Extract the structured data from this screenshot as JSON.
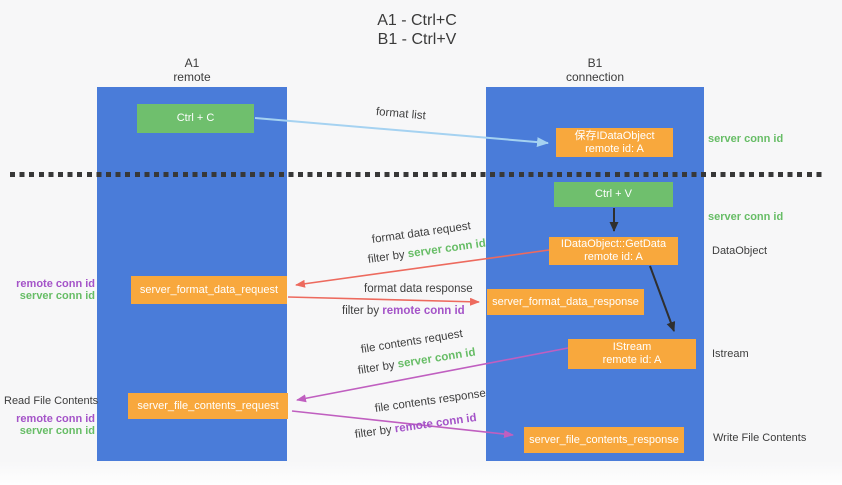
{
  "title": {
    "line1": "A1 - Ctrl+C",
    "line2": "B1 - Ctrl+V"
  },
  "lanes": {
    "a": {
      "id": "A1",
      "role": "remote"
    },
    "b": {
      "id": "B1",
      "role": "connection"
    }
  },
  "nodes": {
    "ctrl_c": {
      "label": "Ctrl + C"
    },
    "save_dataobject": {
      "line1": "保存IDataObject",
      "line2": "remote id: A"
    },
    "ctrl_v": {
      "label": "Ctrl + V"
    },
    "getdata": {
      "line1": "IDataObject::GetData",
      "line2": "remote id: A"
    },
    "format_request": {
      "label": "server_format_data_request"
    },
    "format_response": {
      "label": "server_format_data_response"
    },
    "istream": {
      "line1": "IStream",
      "line2": "remote id: A"
    },
    "file_request": {
      "label": "server_file_contents_request"
    },
    "file_response": {
      "label": "server_file_contents_response"
    }
  },
  "edge_labels": {
    "format_list": "format list",
    "format_data_request": "format data request",
    "format_data_response": "format data response",
    "file_contents_request": "file contents request",
    "file_contents_response": "file contents response",
    "filter_by": "filter by",
    "server_conn_id": "server conn id",
    "remote_conn_id": "remote conn id"
  },
  "side_labels": {
    "server_conn_id": "server conn id",
    "remote_conn_id": "remote conn id",
    "dataobject": "DataObject",
    "istream": "Istream",
    "read_file_contents": "Read File Contents",
    "write_file_contents": "Write File Contents"
  },
  "colors": {
    "lane_blue": "#4a7cd9",
    "node_green": "#6fbf6d",
    "node_orange": "#f8a83d",
    "green_text": "#67bd66",
    "purple_text": "#a453c8",
    "arrow_red": "#ed6a5e",
    "arrow_magenta": "#c05fc0",
    "arrow_lightblue": "#a5d2f1",
    "arrow_black": "#2f2f2f",
    "text_dark": "#3d3d3d"
  }
}
